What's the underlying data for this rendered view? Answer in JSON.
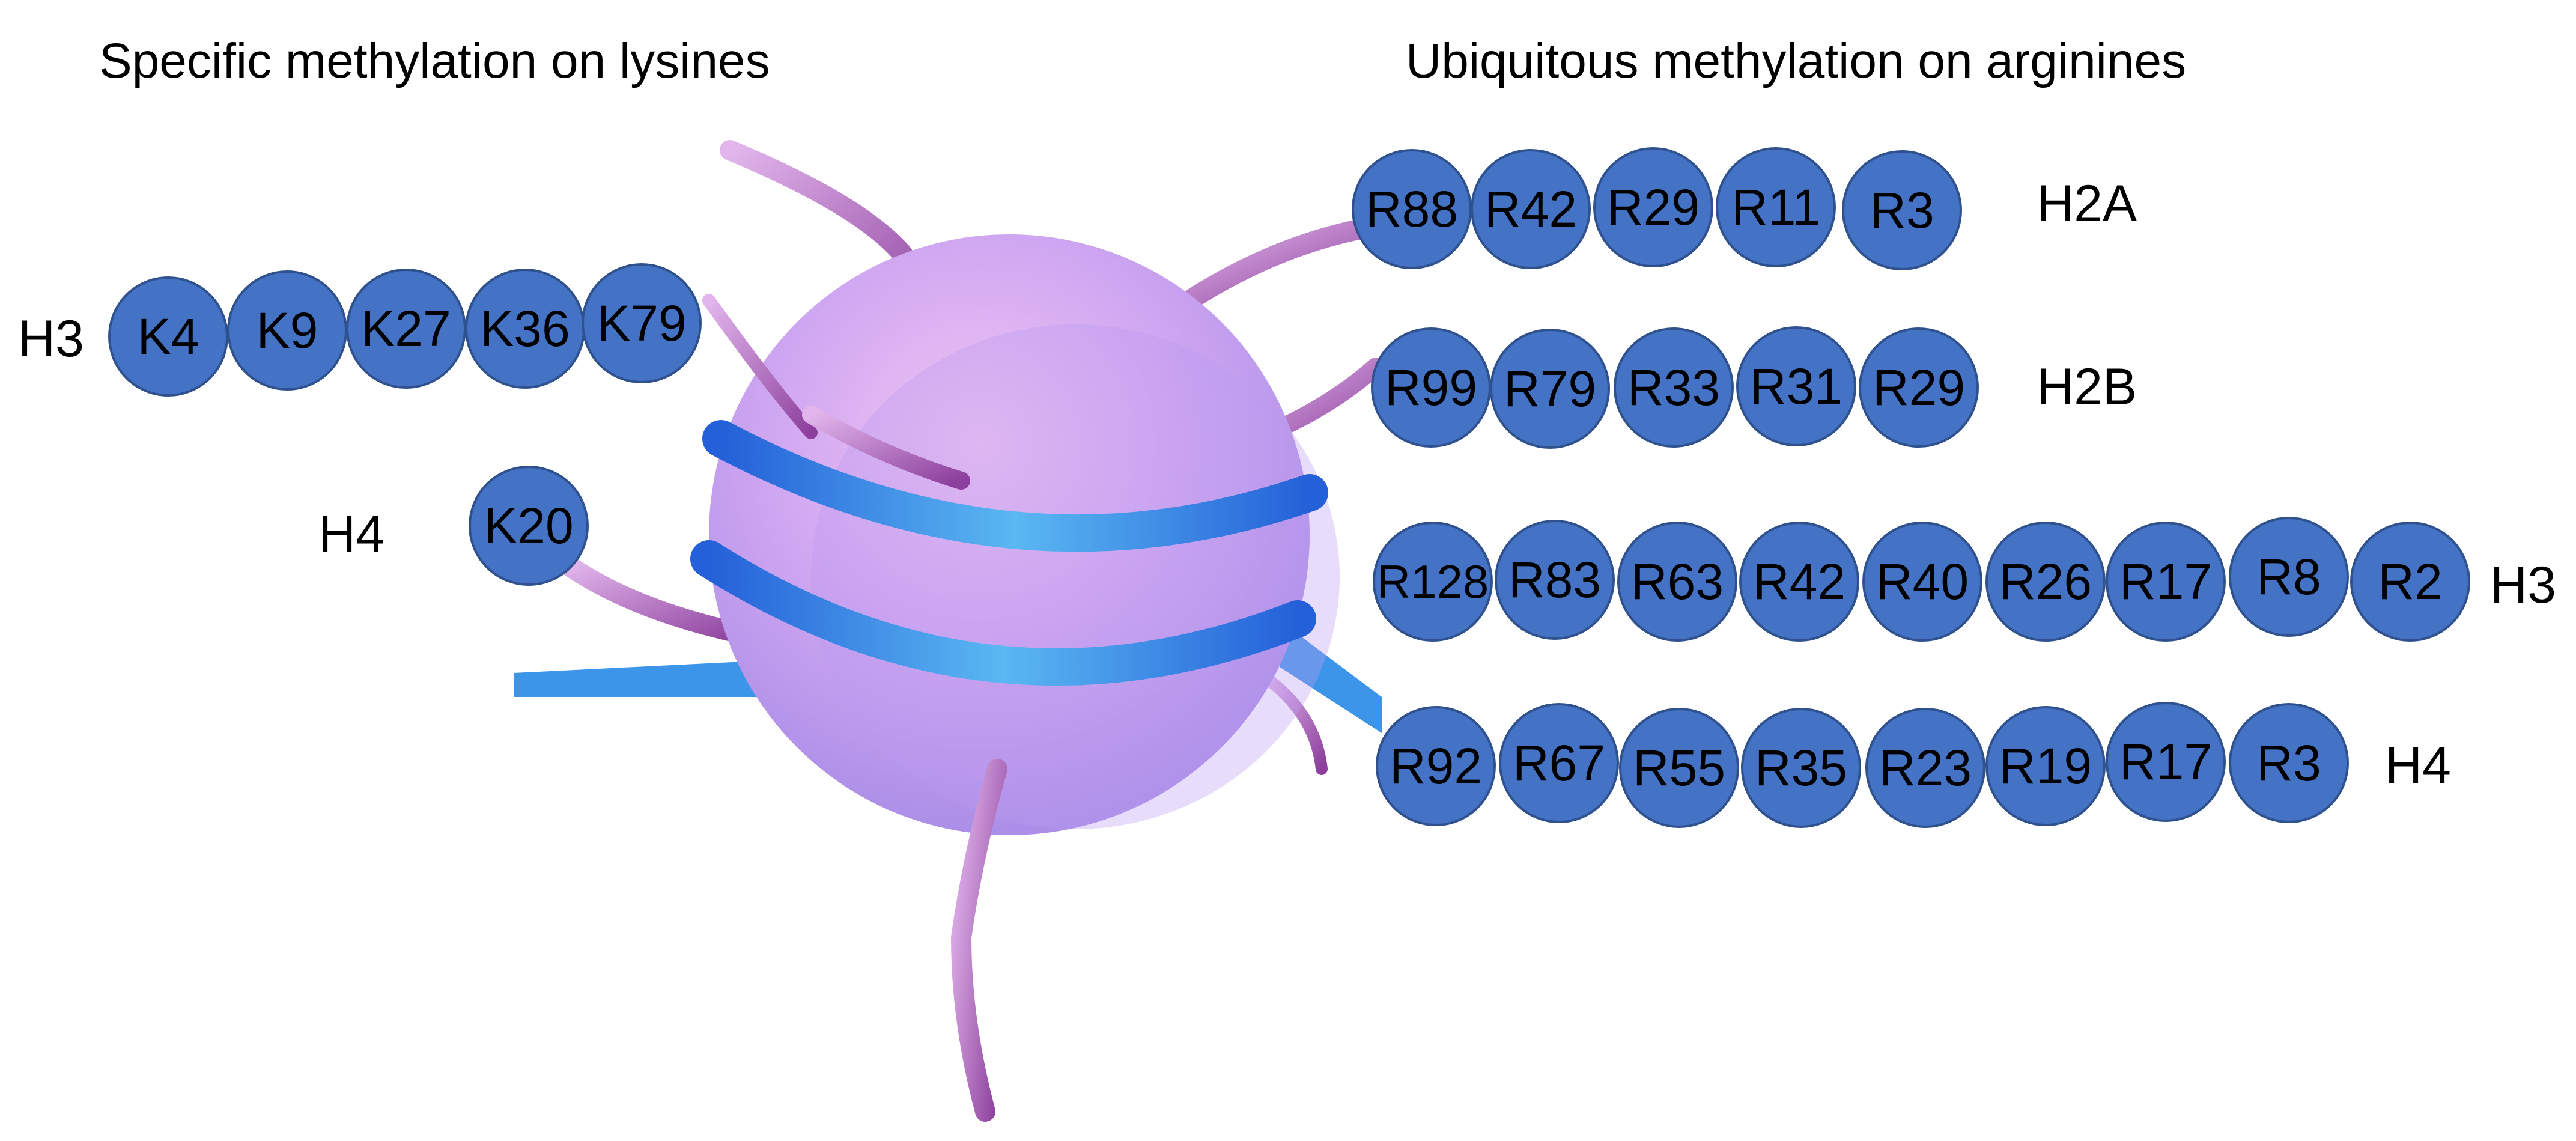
{
  "headings": {
    "lysines": "Specific methylation on lysines",
    "arginines": "Ubiquitous methylation on arginines"
  },
  "lysine_groups": [
    {
      "histone": "H3",
      "sites": [
        "K4",
        "K9",
        "K27",
        "K36",
        "K79"
      ]
    },
    {
      "histone": "H4",
      "sites": [
        "K20"
      ]
    }
  ],
  "arginine_groups": [
    {
      "histone": "H2A",
      "sites": [
        "R88",
        "R42",
        "R29",
        "R11",
        "R3"
      ]
    },
    {
      "histone": "H2B",
      "sites": [
        "R99",
        "R79",
        "R33",
        "R31",
        "R29"
      ]
    },
    {
      "histone": "H3",
      "sites": [
        "R128",
        "R83",
        "R63",
        "R42",
        "R40",
        "R26",
        "R17",
        "R8",
        "R2"
      ]
    },
    {
      "histone": "H4",
      "sites": [
        "R92",
        "R67",
        "R55",
        "R35",
        "R23",
        "R19",
        "R17",
        "R3"
      ]
    }
  ],
  "colors": {
    "bead_fill": "#4472c4",
    "dna_blue": "#2f6fe0",
    "histone_core": "#c8a8f0",
    "tail_purple": "#9a4fa8"
  }
}
